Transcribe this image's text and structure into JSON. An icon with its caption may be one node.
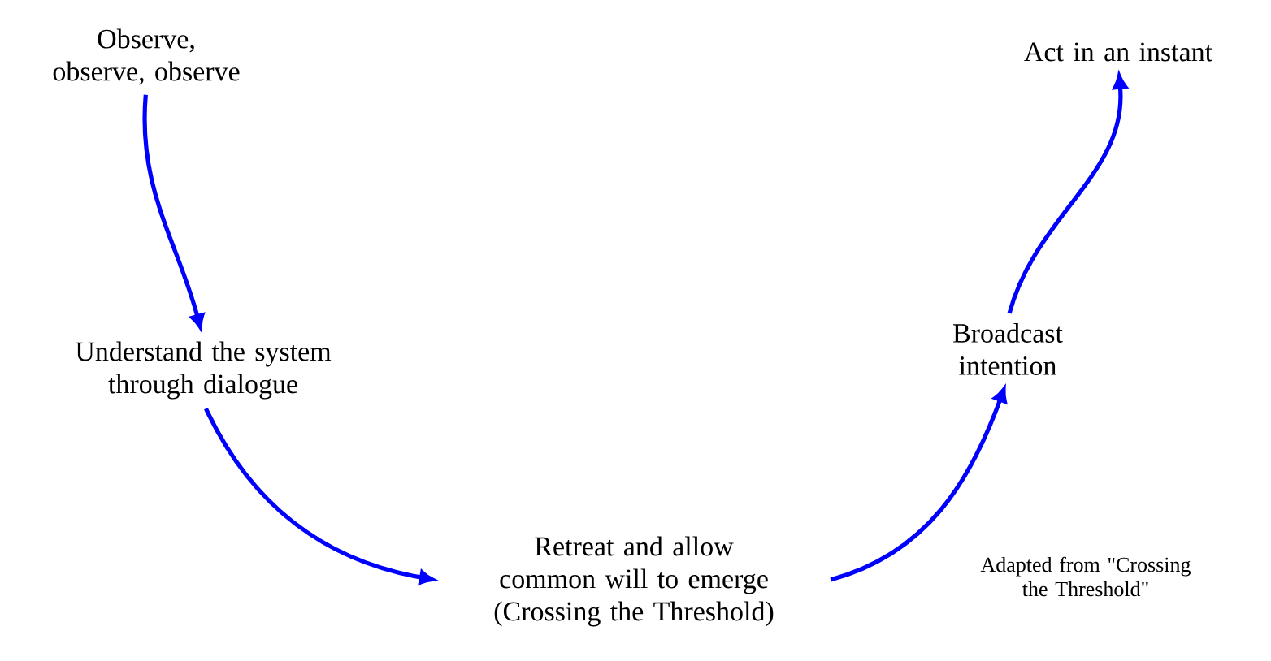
{
  "diagram": {
    "nodes": [
      {
        "text": [
          "Observe, observe, observe"
        ]
      },
      {
        "text": [
          "Understand the system through dialogue"
        ]
      },
      {
        "text": [
          "Retreat and allow common will to emerge (Crossing the Threshold)"
        ]
      },
      {
        "text": [
          "Broadcast intention"
        ]
      },
      {
        "text": [
          "Act in an instant"
        ]
      }
    ],
    "edges": [
      {
        "from": 0,
        "to": 1,
        "arrow": "to"
      },
      {
        "from": 1,
        "to": 2,
        "arrow": "to"
      },
      {
        "from": 2,
        "to": 3,
        "arrow": "to"
      },
      {
        "from": 3,
        "to": 4,
        "arrow": "to"
      }
    ],
    "labels": [
      "Adapted from \"Crossing the Threshold\""
    ]
  }
}
